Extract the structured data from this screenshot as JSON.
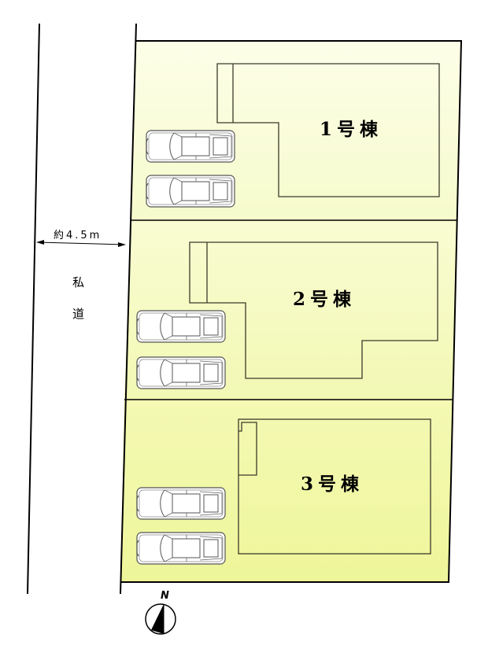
{
  "road": {
    "width_label": "約4.5m",
    "name_char_1": "私",
    "name_char_2": "道"
  },
  "lots": [
    {
      "id": "lot-1",
      "label": "1号棟",
      "fill": "#fbfde2",
      "parking_spaces": 2
    },
    {
      "id": "lot-2",
      "label": "2号棟",
      "fill": "#f8fbc6",
      "parking_spaces": 2
    },
    {
      "id": "lot-3",
      "label": "3号棟",
      "fill": "#f3f9a8",
      "parking_spaces": 2
    }
  ],
  "compass": {
    "label": "N",
    "icon": "north-arrow-icon"
  },
  "colors": {
    "line": "#000000",
    "building_outline": "#3a3a2a",
    "car_fill": "#ffffff",
    "car_outline": "#555555"
  }
}
